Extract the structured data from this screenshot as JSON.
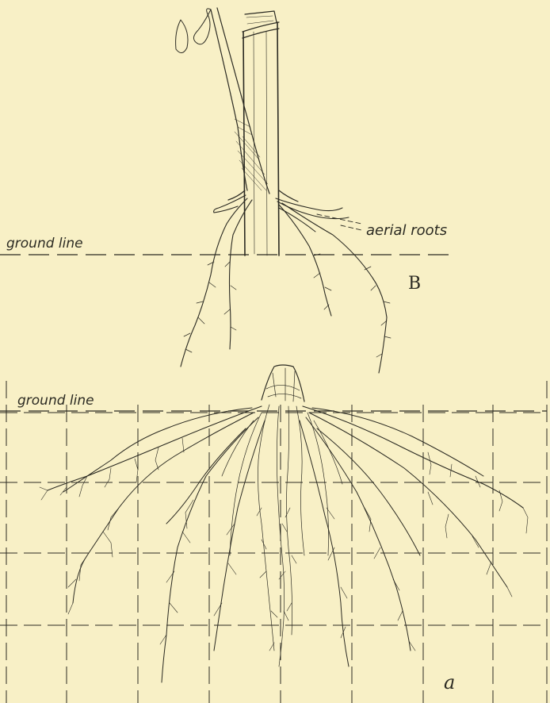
{
  "labels": {
    "ground_line_top": "ground line",
    "aerial_roots": "aerial roots",
    "figure_b": "B",
    "ground_line_bottom": "ground line",
    "figure_a": "a"
  },
  "colors": {
    "paper": "#f8f0c6",
    "ink": "#2b2a22",
    "stem_fill": "#f3e8bd"
  }
}
